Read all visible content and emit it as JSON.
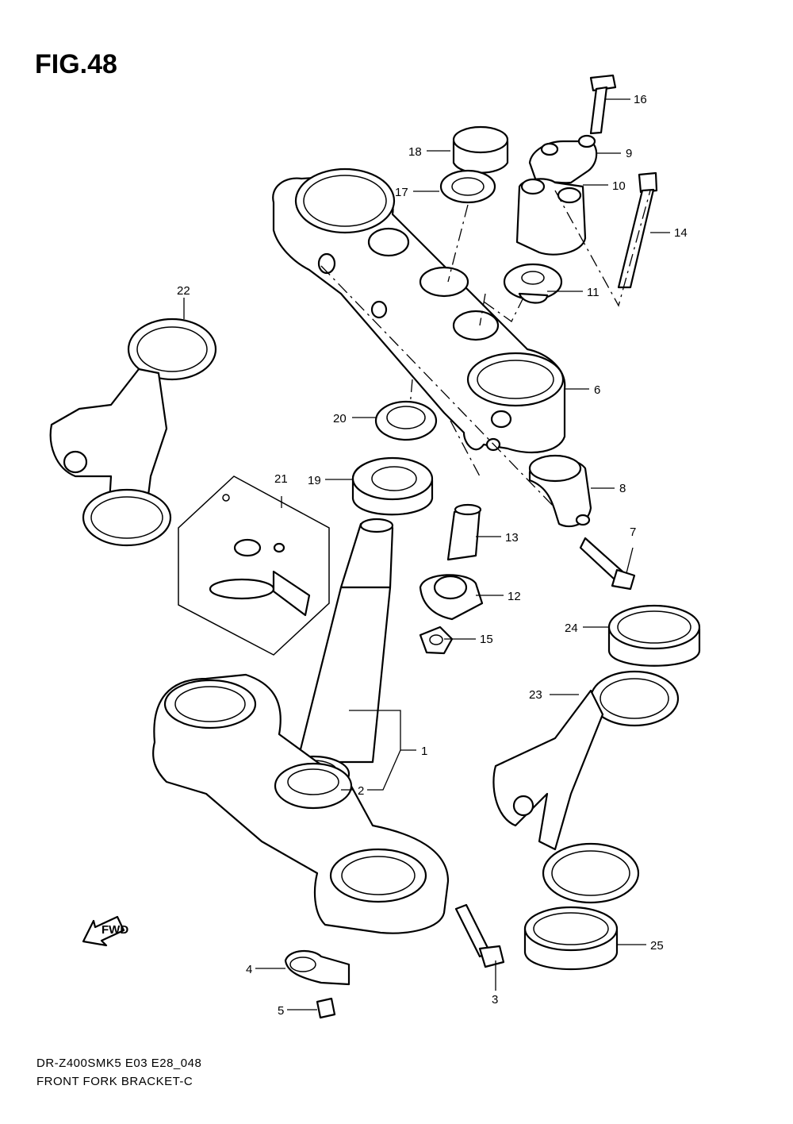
{
  "figure": {
    "title": "FIG.48",
    "model_code": "DR-Z400SMK5 E03 E28_048",
    "caption": "FRONT FORK BRACKET-C",
    "fwd_label": "FWD"
  },
  "callouts": [
    {
      "id": "c1",
      "label": "1"
    },
    {
      "id": "c2",
      "label": "2"
    },
    {
      "id": "c3",
      "label": "3"
    },
    {
      "id": "c4",
      "label": "4"
    },
    {
      "id": "c5",
      "label": "5"
    },
    {
      "id": "c6",
      "label": "6"
    },
    {
      "id": "c7",
      "label": "7"
    },
    {
      "id": "c8",
      "label": "8"
    },
    {
      "id": "c9",
      "label": "9"
    },
    {
      "id": "c10",
      "label": "10"
    },
    {
      "id": "c11",
      "label": "11"
    },
    {
      "id": "c12",
      "label": "12"
    },
    {
      "id": "c13",
      "label": "13"
    },
    {
      "id": "c14",
      "label": "14"
    },
    {
      "id": "c15",
      "label": "15"
    },
    {
      "id": "c16",
      "label": "16"
    },
    {
      "id": "c17",
      "label": "17"
    },
    {
      "id": "c18",
      "label": "18"
    },
    {
      "id": "c19",
      "label": "19"
    },
    {
      "id": "c20",
      "label": "20"
    },
    {
      "id": "c21",
      "label": "21"
    },
    {
      "id": "c22",
      "label": "22"
    },
    {
      "id": "c23",
      "label": "23"
    },
    {
      "id": "c24",
      "label": "24"
    },
    {
      "id": "c25",
      "label": "25"
    }
  ]
}
